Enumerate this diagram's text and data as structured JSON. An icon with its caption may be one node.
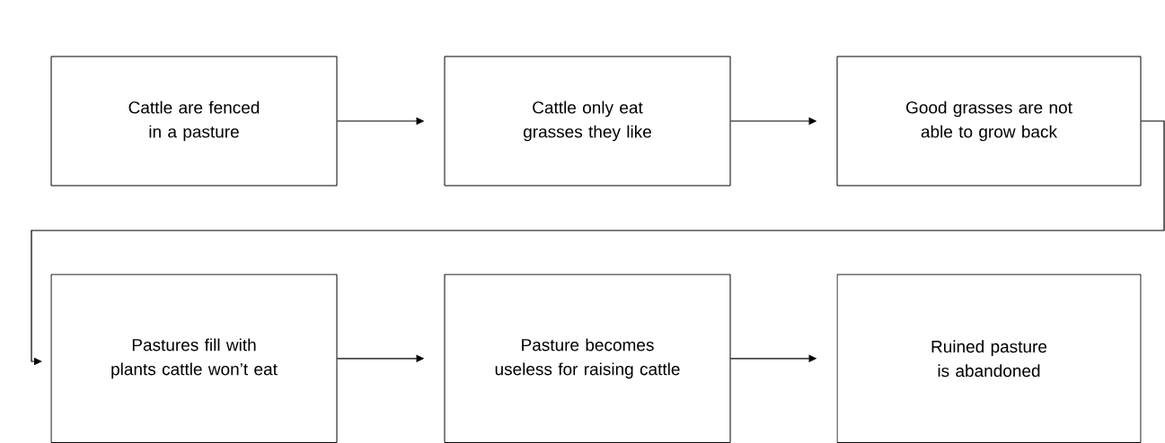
{
  "diagram": {
    "nodes": [
      {
        "text": [
          "Cattle are fenced in a pasture"
        ]
      },
      {
        "text": [
          "Cattle only eat grasses they like"
        ]
      },
      {
        "text": [
          "Good grasses are not able to grow back"
        ]
      },
      {
        "text": [
          "Pastures fill with plants cattle won’t eat"
        ]
      },
      {
        "text": [
          "Pasture becomes useless for raising cattle"
        ]
      },
      {
        "text": [
          "Ruined pasture is abandoned"
        ]
      }
    ],
    "edges": [
      {
        "from": 0,
        "to": 1,
        "arrow": "to"
      },
      {
        "from": 1,
        "to": 2,
        "arrow": "to"
      },
      {
        "from": 2,
        "to": 3,
        "arrow": "to"
      },
      {
        "from": 3,
        "to": 4,
        "arrow": "to"
      },
      {
        "from": 4,
        "to": 5,
        "arrow": "to"
      }
    ]
  }
}
